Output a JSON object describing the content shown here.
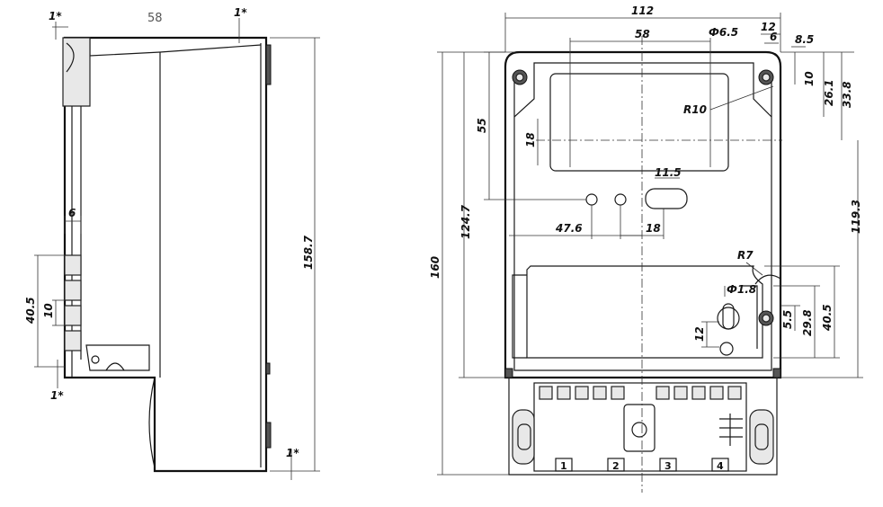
{
  "side_view": {
    "top_width": "58",
    "tol_top": "1*",
    "tol_top_right": "1*",
    "tol_left_bottom": "1*",
    "tol_right_bottom": "1*",
    "height": "158.7",
    "small_width": "6",
    "terminal_span": "40.5",
    "terminal_pitch": "10"
  },
  "front_view": {
    "overall_width": "112",
    "window_width": "58",
    "hole_dia": "Ф6.5",
    "right_12": "12",
    "right_6": "6",
    "right_8_5": "8.5",
    "right_10": "10",
    "right_26_1": "26.1",
    "right_33_8": "33.8",
    "radius_r10": "R10",
    "left_55": "55",
    "window_18": "18",
    "slot_11_5": "11.5",
    "offset_47_6": "47.6",
    "offset_18": "18",
    "overall_height": "160",
    "height_124_7": "124.7",
    "height_119_3": "119.3",
    "radius_r7": "R7",
    "hole_phi_1_8": "Ф1.8",
    "right_5_5": "5.5",
    "right_29_8": "29.8",
    "right_40_5": "40.5",
    "left_12": "12",
    "terminal_labels": [
      "1",
      "2",
      "3",
      "4"
    ]
  }
}
